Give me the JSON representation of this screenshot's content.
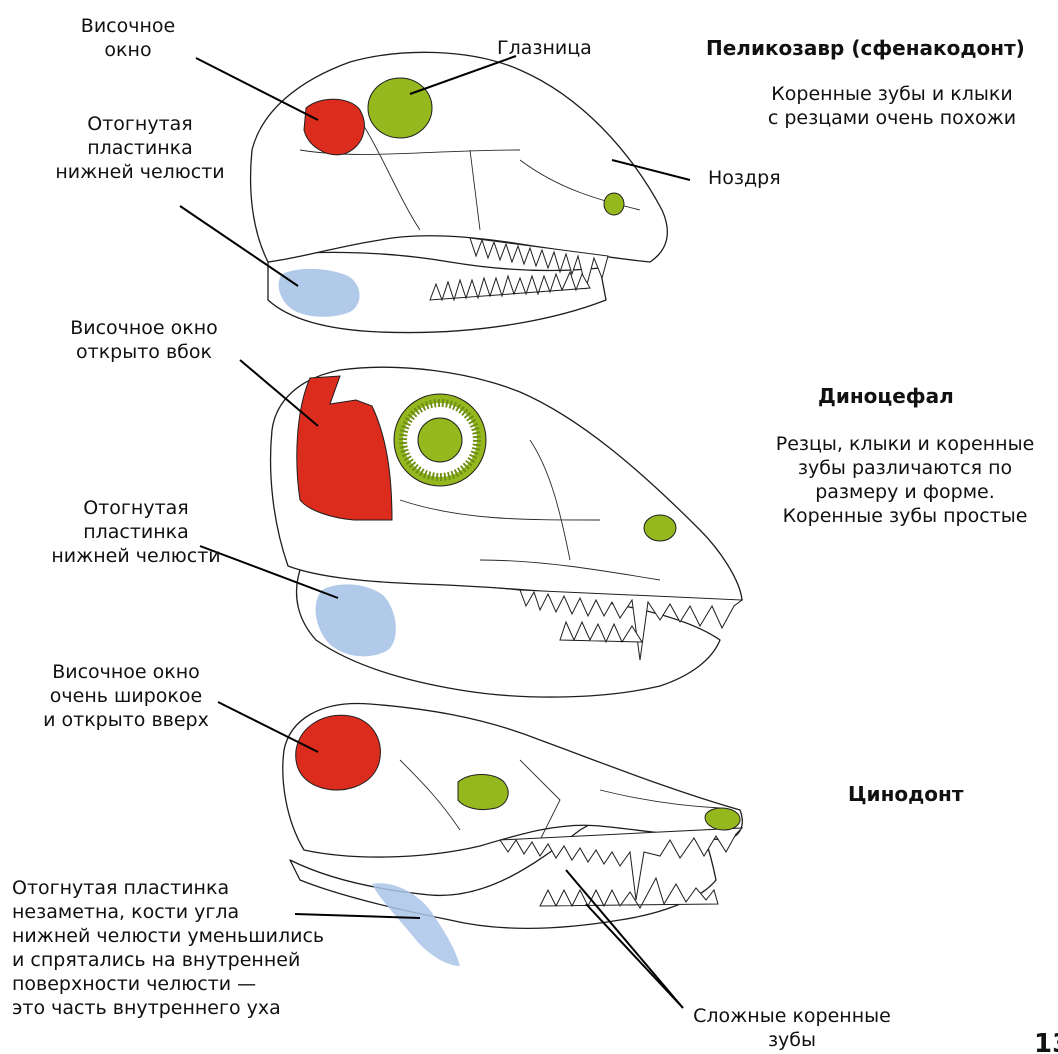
{
  "colors": {
    "temporal_fenestra": "#db2c1d",
    "orbit": "#94b81e",
    "orbit_dark": "#6f8e16",
    "reflected_lamina": "#a9c4e8",
    "outline": "#1e1e1e"
  },
  "labels": {
    "temporal_window_1": "Височное\nокно",
    "orbit": "Глазница",
    "reflected_lamina_1": "Отогнутая\nпластинка\nнижней челюсти",
    "nostril": "Ноздря",
    "temporal_window_2": "Височное окно\nоткрыто вбок",
    "reflected_lamina_2": "Отогнутая\nпластинка\nнижней челюсти",
    "temporal_window_3": "Височное окно\nочень широкое\nи открыто вверх",
    "reflected_lamina_3": "Отогнутая пластинка\nнезаметна, кости угла\nнижней челюсти уменьшились\nи спрятались на внутренней\nповерхности челюсти —\nэто часть внутреннего уха",
    "complex_molars": "Сложные коренные\nзубы"
  },
  "groups": {
    "pelycosaur": {
      "title": "Пеликозавр (сфенакодонт)",
      "description": "Коренные зубы и клыки\nс резцами очень похожи"
    },
    "dinocephalian": {
      "title": "Диноцефал",
      "description": "Резцы, клыки и коренные\nзубы различаются по\nразмеру и форме.\nКоренные зубы простые"
    },
    "cynodont": {
      "title": "Цинодонт"
    }
  },
  "page_number": "13"
}
